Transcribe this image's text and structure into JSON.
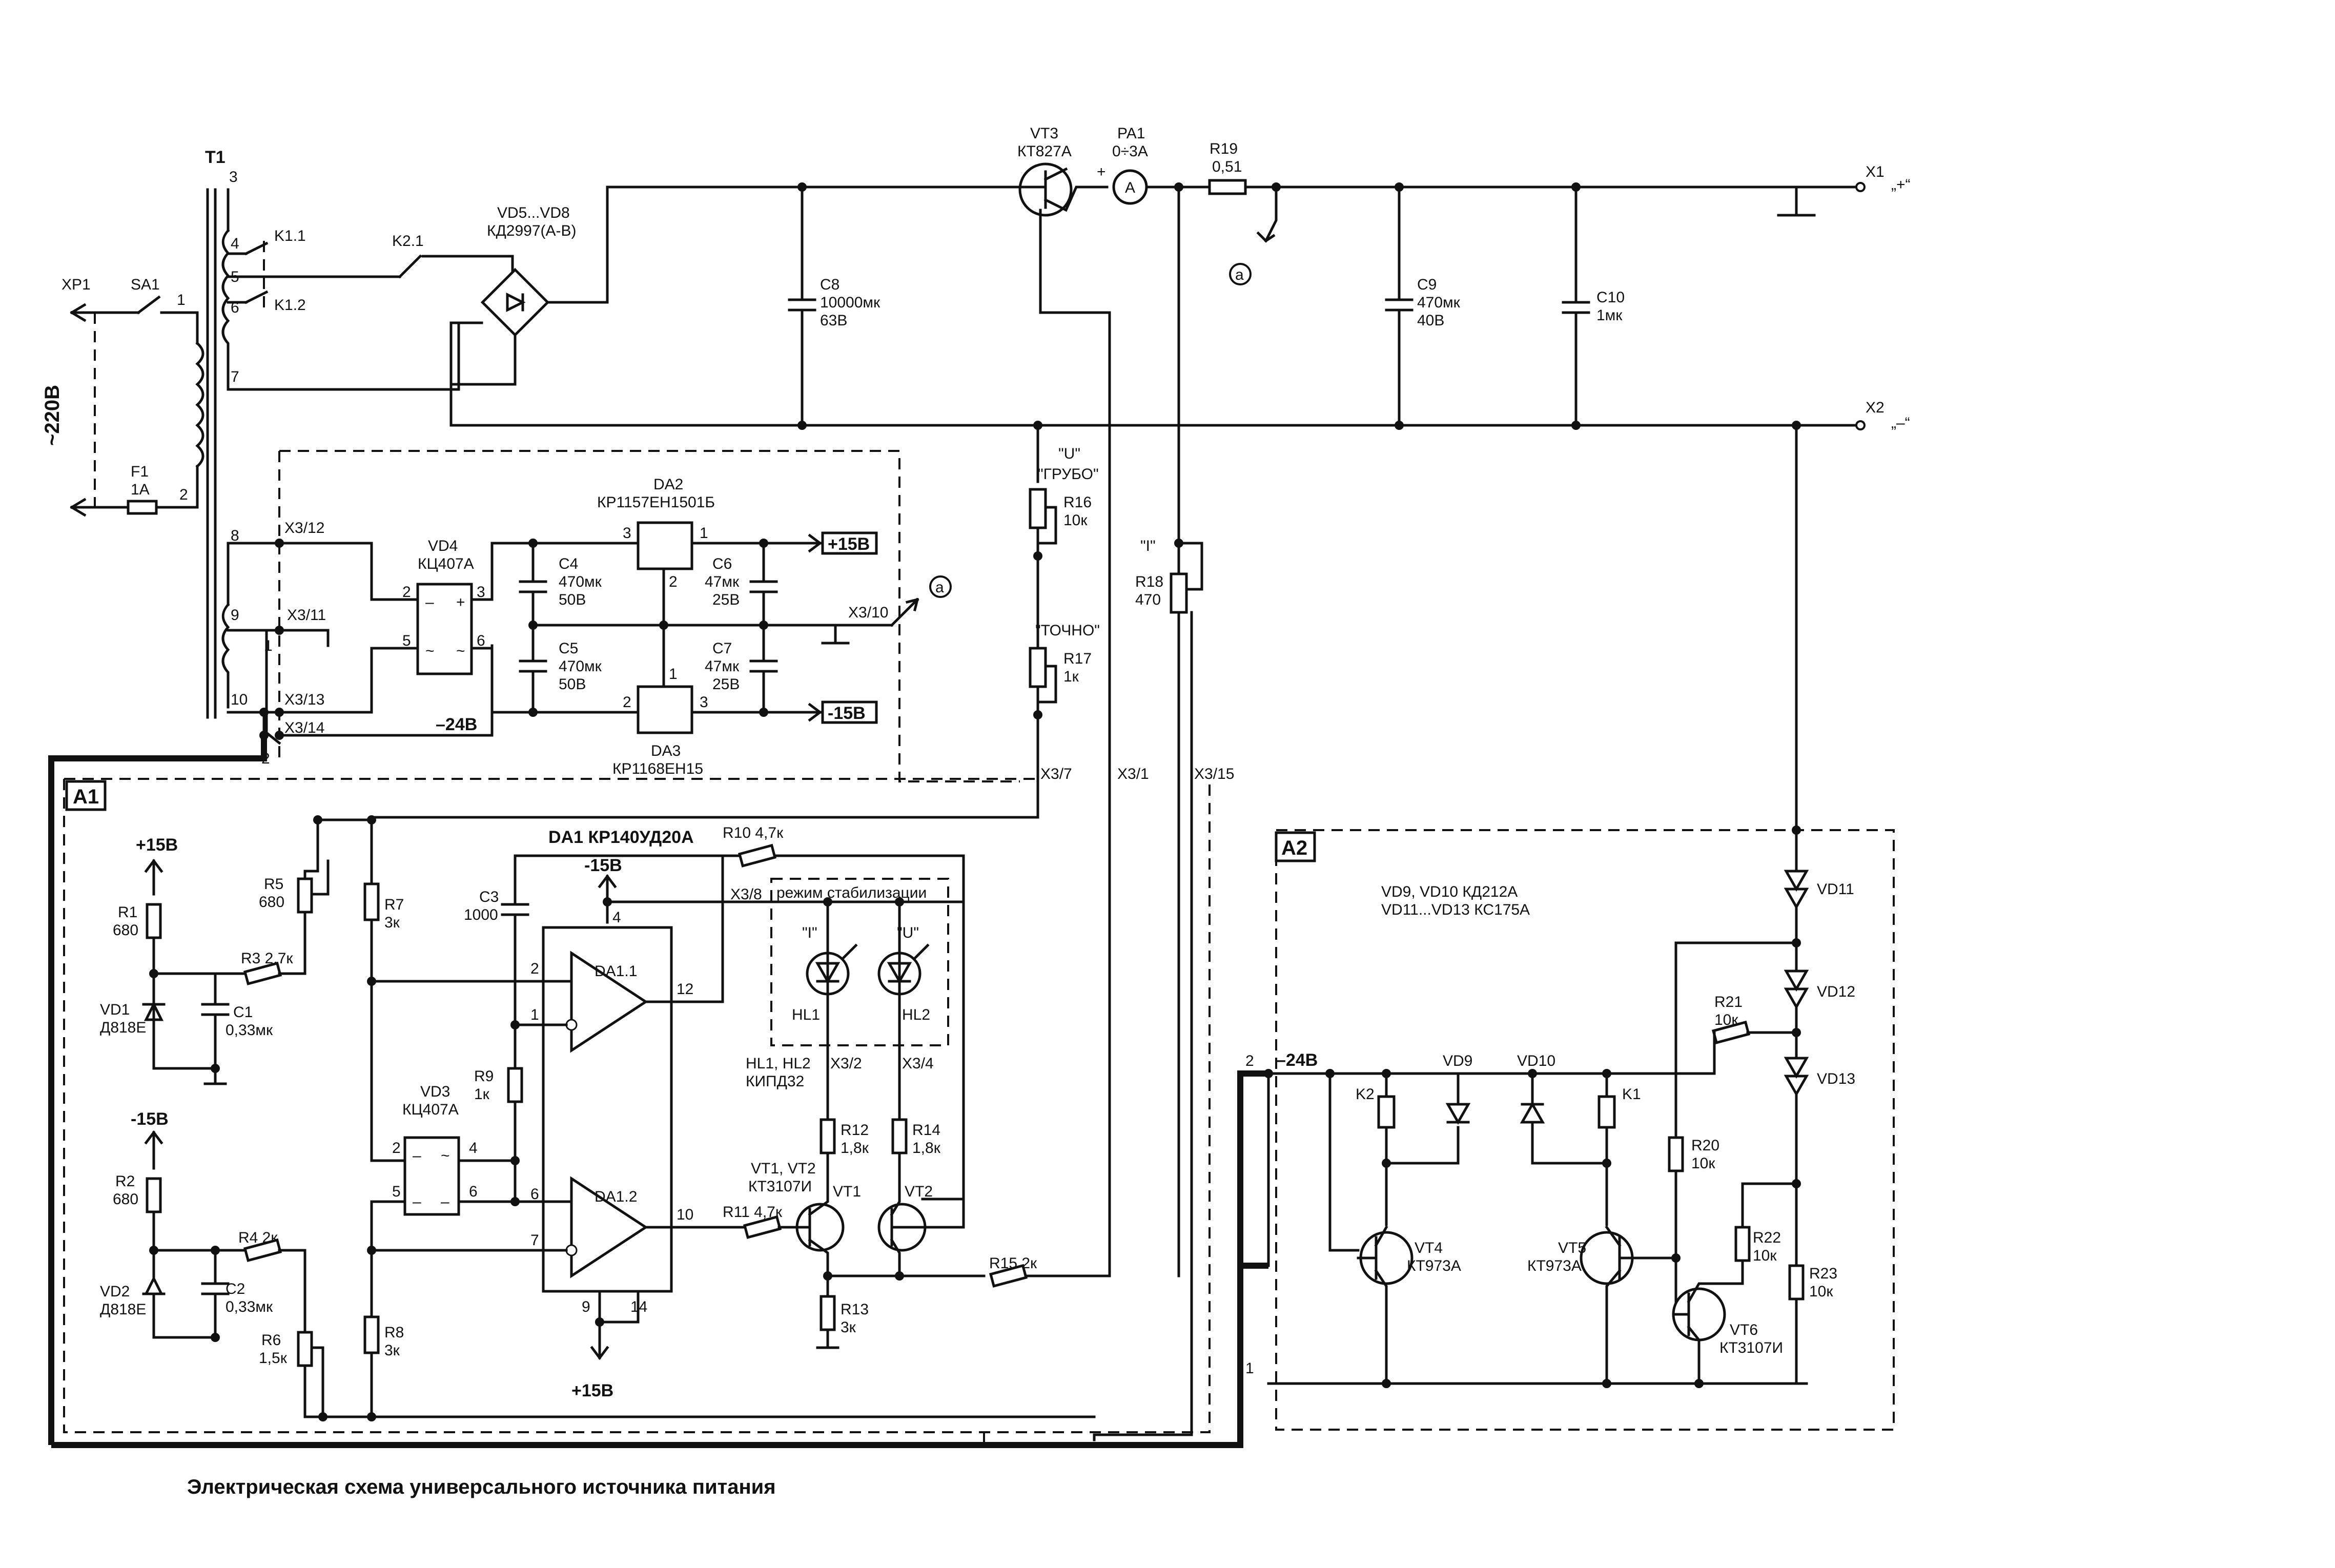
{
  "caption": "Электрическая схема универсального источника питания",
  "mains": {
    "xp1": "XP1",
    "sa1": "SA1",
    "voltage": "~220В",
    "fuse": "F1",
    "fuse_val": "1А"
  },
  "transformer": {
    "ref": "T1",
    "pins": [
      "3",
      "4",
      "5",
      "6",
      "7",
      "1",
      "2",
      "8",
      "9",
      "10"
    ]
  },
  "relay_contacts": {
    "k11": "K1.1",
    "k12": "K1.2",
    "k21": "K2.1"
  },
  "bridge": {
    "ref": "VD5...VD8",
    "type": "КД2997(А-В)"
  },
  "c8": {
    "ref": "C8",
    "val": "10000мк",
    "volt": "63В"
  },
  "vt3": {
    "ref": "VT3",
    "type": "КТ827А"
  },
  "pa1": {
    "ref": "PA1",
    "range": "0÷3А",
    "sym": "A"
  },
  "r19": {
    "ref": "R19",
    "val": "0,51"
  },
  "c9": {
    "ref": "C9",
    "val": "470мк",
    "volt": "40В"
  },
  "c10": {
    "ref": "C10",
    "val": "1мк"
  },
  "x1": {
    "ref": "X1",
    "pol": "„+“"
  },
  "x2": {
    "ref": "X2",
    "pol": "„–“"
  },
  "node_a": "a",
  "psu": {
    "x312": "X3/12",
    "x311": "X3/11",
    "x313": "X3/13",
    "x314": "X3/14",
    "x310": "X3/10",
    "vd4": {
      "ref": "VD4",
      "type": "КЦ407А"
    },
    "da2": {
      "ref": "DA2",
      "type": "КР1157ЕН1501Б"
    },
    "da3": {
      "ref": "DA3",
      "type": "КР1168ЕН15"
    },
    "c4": {
      "ref": "C4",
      "val": "470мк",
      "volt": "50В"
    },
    "c5": {
      "ref": "C5",
      "val": "470мк",
      "volt": "50В"
    },
    "c6": {
      "ref": "C6",
      "val": "47мк",
      "volt": "25В"
    },
    "c7": {
      "ref": "C7",
      "val": "47мк",
      "volt": "25В"
    },
    "p15": "+15В",
    "m15": "-15В",
    "m24": "–24В"
  },
  "regs": {
    "u": "\"U\"",
    "grubo": "\"ГРУБО\"",
    "r16": "R16",
    "r16v": "10к",
    "tochno": "\"ТОЧНО\"",
    "r17": "R17",
    "r17v": "1к",
    "i": "\"I\"",
    "r18": "R18",
    "r18v": "470",
    "x37": "X3/7",
    "x31": "X3/1",
    "x315": "X3/15"
  },
  "a1": {
    "ref": "A1",
    "p15": "+15В",
    "m15a": "-15В",
    "m15b": "-15В",
    "p15b": "+15В",
    "r1": "R1",
    "r1v": "680",
    "vd1": "VD1",
    "vd1t": "Д818Е",
    "r3": "R3 2,7к",
    "c1": "C1",
    "c1v": "0,33мк",
    "r5": "R5",
    "r5v": "680",
    "r7": "R7",
    "r7v": "3к",
    "c3": "C3",
    "c3v": "1000",
    "da1": "DA1 КР140УД20А",
    "r10": "R10 4,7к",
    "x38": "X3/8",
    "mode": "режим стабилизации",
    "hl_i": "\"I\"",
    "hl_u": "\"U\"",
    "hl1": "HL1",
    "hl2": "HL2",
    "hlt1": "HL1, HL2",
    "hlt2": "КИПД32",
    "x32": "X3/2",
    "x34": "X3/4",
    "da11": "DA1.1",
    "da12": "DA1.2",
    "r9": "R9",
    "r9v": "1к",
    "vd3": "VD3",
    "vd3t": "КЦ407А",
    "r12": "R12",
    "r12v": "1,8к",
    "r14": "R14",
    "r14v": "1,8к",
    "vt12a": "VT1, VT2",
    "vt12b": "КТ3107И",
    "vt1": "VT1",
    "vt2": "VT2",
    "r11": "R11 4,7к",
    "r13": "R13",
    "r13v": "3к",
    "r15": "R15 2к",
    "r2": "R2",
    "r2v": "680",
    "vd2": "VD2",
    "vd2t": "Д818Е",
    "r4": "R4 2к",
    "c2": "C2",
    "c2v": "0,33мк",
    "r6": "R6",
    "r6v": "1,5к",
    "r8": "R8",
    "r8v": "3к",
    "pins": [
      "2",
      "1",
      "12",
      "4",
      "6",
      "7",
      "10",
      "9",
      "14",
      "2",
      "4",
      "5",
      "6"
    ]
  },
  "a2": {
    "ref": "A2",
    "note1": "VD9, VD10 КД212А",
    "note2": "VD11...VD13 КС175А",
    "vd11": "VD11",
    "vd12": "VD12",
    "vd13": "VD13",
    "r21": "R21",
    "r21v": "10к",
    "m24": "–24В",
    "vd9": "VD9",
    "vd10": "VD10",
    "k1": "K1",
    "k2": "K2",
    "r20": "R20",
    "r20v": "10к",
    "r22": "R22",
    "r22v": "10к",
    "r23": "R23",
    "r23v": "10к",
    "vt4": "VT4",
    "vt4t": "КТ973А",
    "vt5": "VT5",
    "vt5t": "КТ973А",
    "vt6": "VT6",
    "vt6t": "КТ3107И",
    "pin2": "2",
    "pin1": "1"
  }
}
